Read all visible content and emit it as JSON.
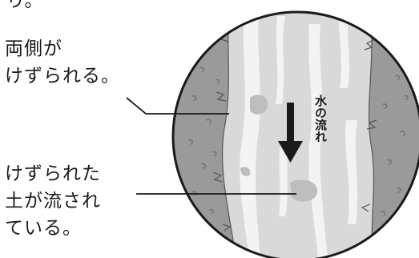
{
  "top_fragment": "り。",
  "label_sides": {
    "line1": "両側が",
    "line2": "けずられる。"
  },
  "label_soil": {
    "line1": "けずられた",
    "line2": "土が流され",
    "line3": "ている。"
  },
  "flow_label": "水の流れ",
  "colors": {
    "water": "#d9d9d9",
    "water_highlight": "#f3f3f3",
    "bank": "#9a9a9a",
    "bank_texture": "#6e6e6e",
    "outline": "#1a1a1a",
    "arrow": "#1a1a1a"
  }
}
